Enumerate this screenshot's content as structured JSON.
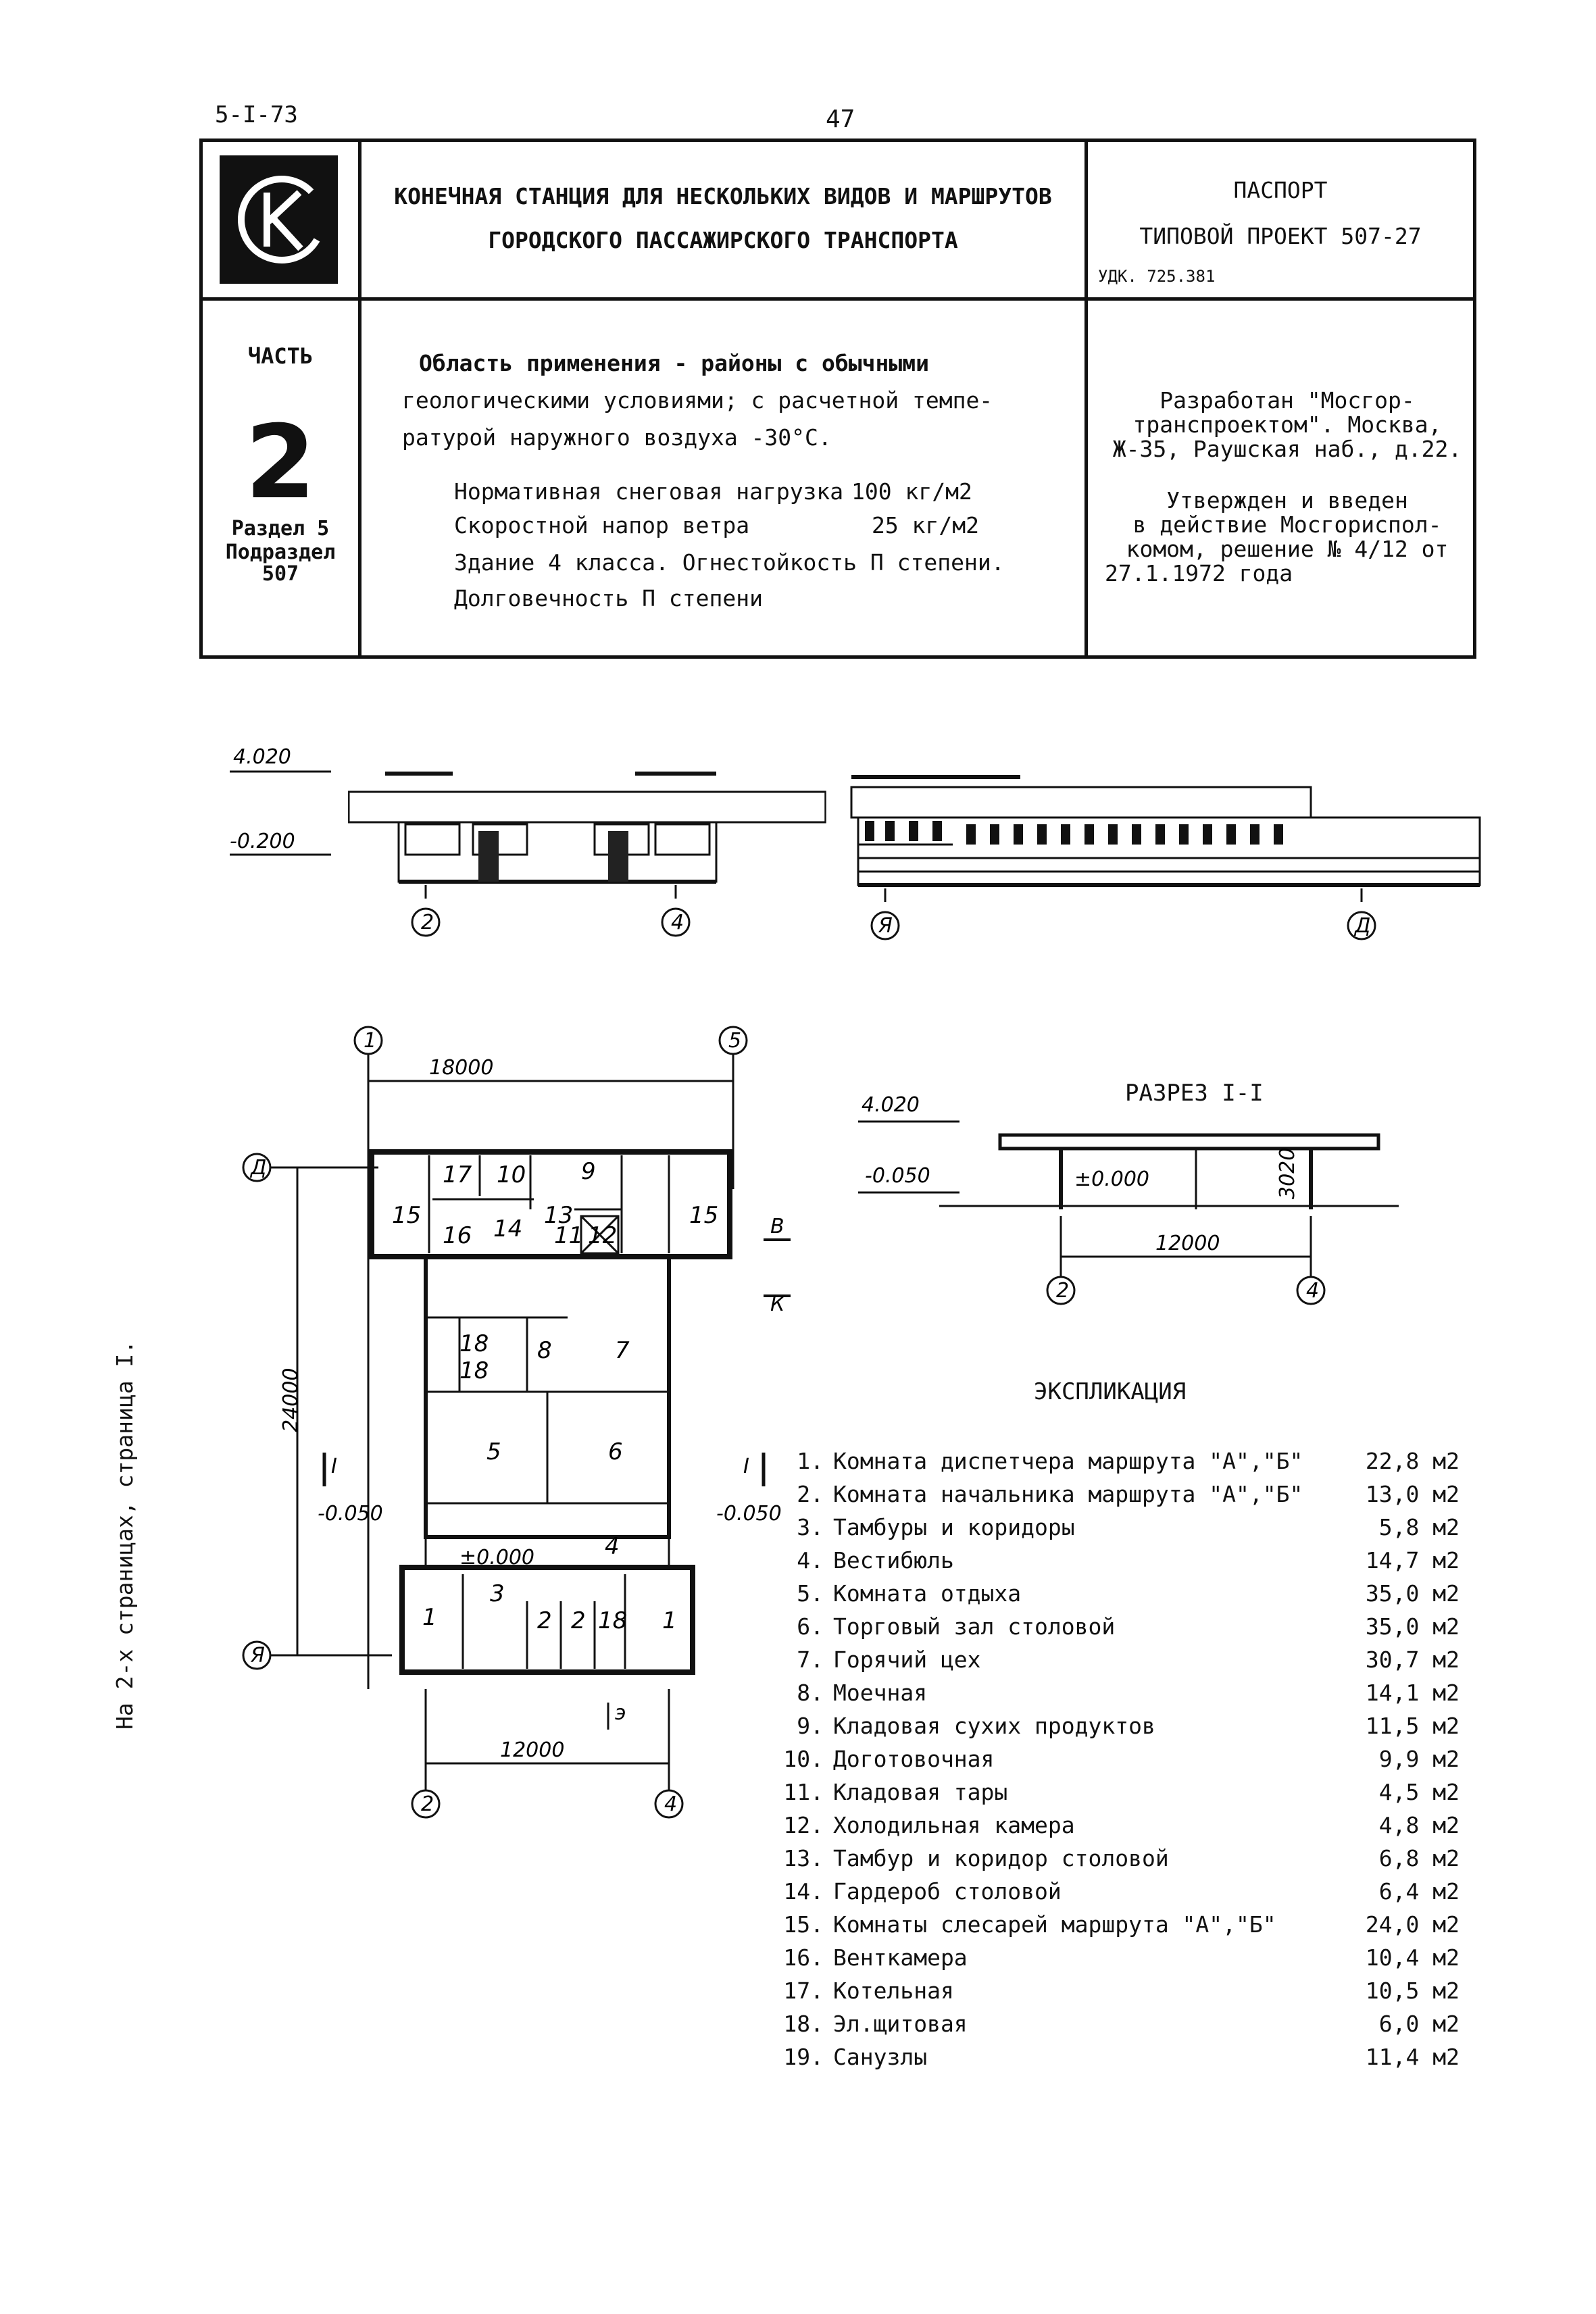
{
  "page": {
    "code": "5-I-73",
    "number": "47"
  },
  "side_note": "На 2-х страницах, страница I.",
  "header": {
    "logo_text": "СК",
    "title_line1": "КОНЕЧНАЯ СТАНЦИЯ ДЛЯ НЕСКОЛЬКИХ ВИДОВ И МАРШРУТОВ",
    "title_line2": "ГОРОДСКОГО ПАССАЖИРСКОГО ТРАНСПОРТА",
    "passport": "ПАСПОРТ",
    "project": "ТИПОВОЙ ПРОЕКТ 507-27",
    "udk": "УДК. 725.381"
  },
  "part": {
    "label": "ЧАСТЬ",
    "number": "2",
    "section": "Раздел 5",
    "subsection": "Подраздел",
    "subsection_num": "507"
  },
  "application": {
    "line1": "Область применения - районы с обычными",
    "line2": "геологическими условиями; с расчетной темпе-",
    "line3": "ратурой наружного воздуха -30°С.",
    "snow_label": "Нормативная снеговая нагрузка",
    "snow_value": "100 кг/м2",
    "wind_label": "Скоростной напор ветра",
    "wind_value": "25 кг/м2",
    "building": "Здание 4 класса. Огнестойкость П степени.",
    "durability": "Долговечность П степени"
  },
  "developer": {
    "line1": "Разработан \"Мосгор-",
    "line2": "транспроектом\". Москва,",
    "line3": "Ж-35, Раушская наб., д.22.",
    "approved1": "Утвержден и введен",
    "approved2": "в действие Мосгориспол-",
    "approved3": "комом, решение № 4/12 от",
    "approved4": "27.1.1972 года"
  },
  "elevations": {
    "level_top": "4.020",
    "level_bottom": "-0.200",
    "axis_2": "2",
    "axis_4": "4",
    "axis_ya": "Я",
    "axis_d": "Д"
  },
  "plan": {
    "dim_width": "18000",
    "dim_height": "24000",
    "dim_inner": "12000",
    "axis_1": "1",
    "axis_5": "5",
    "axis_2": "2",
    "axis_4": "4",
    "axis_d": "Д",
    "axis_ya": "Я",
    "level_left": "-0.050",
    "level_right": "-0.050",
    "level_floor": "±0.000",
    "section_mark_l": "I",
    "section_mark_r": "I",
    "mark_v": "В",
    "mark_k": "К",
    "mark_e": "э",
    "rooms": [
      "15",
      "17",
      "10",
      "9",
      "15",
      "13",
      "11",
      "12",
      "16",
      "14",
      "18",
      "18",
      "8",
      "7",
      "5",
      "6",
      "4",
      "1",
      "3",
      "2",
      "2",
      "18",
      "1"
    ]
  },
  "section": {
    "title": "РАЗРЕЗ I-I",
    "level_top": "4.020",
    "level_bottom": "-0.050",
    "level_floor": "±0.000",
    "height": "3020",
    "dim": "12000",
    "axis_2": "2",
    "axis_4": "4"
  },
  "explication": {
    "title": "ЭКСПЛИКАЦИЯ",
    "rows": [
      {
        "num": "1.",
        "name": "Комната диспетчера маршрута \"А\",\"Б\"",
        "area": "22,8 м2"
      },
      {
        "num": "2.",
        "name": "Комната начальника маршрута \"А\",\"Б\"",
        "area": "13,0 м2"
      },
      {
        "num": "3.",
        "name": "Тамбуры и коридоры",
        "area": "5,8 м2"
      },
      {
        "num": "4.",
        "name": "Вестибюль",
        "area": "14,7 м2"
      },
      {
        "num": "5.",
        "name": "Комната отдыха",
        "area": "35,0 м2"
      },
      {
        "num": "6.",
        "name": "Торговый зал столовой",
        "area": "35,0 м2"
      },
      {
        "num": "7.",
        "name": "Горячий цех",
        "area": "30,7 м2"
      },
      {
        "num": "8.",
        "name": "Моечная",
        "area": "14,1 м2"
      },
      {
        "num": "9.",
        "name": "Кладовая сухих продуктов",
        "area": "11,5 м2"
      },
      {
        "num": "10.",
        "name": "Доготовочная",
        "area": "9,9 м2"
      },
      {
        "num": "11.",
        "name": "Кладовая тары",
        "area": "4,5 м2"
      },
      {
        "num": "12.",
        "name": "Холодильная камера",
        "area": "4,8 м2"
      },
      {
        "num": "13.",
        "name": "Тамбур и коридор столовой",
        "area": "6,8 м2"
      },
      {
        "num": "14.",
        "name": "Гардероб столовой",
        "area": "6,4 м2"
      },
      {
        "num": "15.",
        "name": "Комнаты слесарей маршрута \"А\",\"Б\"",
        "area": "24,0 м2"
      },
      {
        "num": "16.",
        "name": "Венткамера",
        "area": "10,4 м2"
      },
      {
        "num": "17.",
        "name": "Котельная",
        "area": "10,5 м2"
      },
      {
        "num": "18.",
        "name": "Эл.щитовая",
        "area": "6,0 м2"
      },
      {
        "num": "19.",
        "name": "Санузлы",
        "area": "11,4 м2"
      }
    ]
  }
}
